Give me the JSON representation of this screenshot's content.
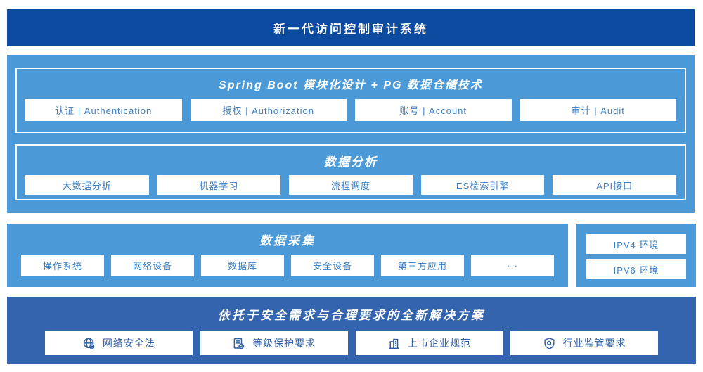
{
  "banner": {
    "title": "新一代访问控制审计系统"
  },
  "platform": {
    "modules_section": {
      "title": "Spring Boot 模块化设计 + PG 数据仓储技术",
      "items": [
        "认证 | Authentication",
        "授权 | Authorization",
        "账号 | Account",
        "审计 | Audit"
      ]
    },
    "analysis_section": {
      "title": "数据分析",
      "items": [
        "大数据分析",
        "机器学习",
        "流程调度",
        "ES检索引擎",
        "API接口"
      ]
    }
  },
  "collection": {
    "title": "数据采集",
    "items": [
      "操作系统",
      "网络设备",
      "数据库",
      "安全设备",
      "第三方应用",
      "···"
    ],
    "environments": [
      "IPV4 环境",
      "IPV6 环境"
    ]
  },
  "solution": {
    "title": "依托于安全需求与合理要求的全新解决方案",
    "items": [
      {
        "icon": "globe-icon",
        "label": "网络安全法"
      },
      {
        "icon": "document-check-icon",
        "label": "等级保护要求"
      },
      {
        "icon": "building-icon",
        "label": "上市企业规范"
      },
      {
        "icon": "shield-search-icon",
        "label": "行业监管要求"
      }
    ]
  },
  "colors": {
    "banner_blue": "#0b4a9e",
    "light_blue": "#4b9ad7",
    "solution_blue": "#3364ad",
    "chip_text_light": "#3a7ec2",
    "chip_text_dark": "#2d5fa8"
  }
}
